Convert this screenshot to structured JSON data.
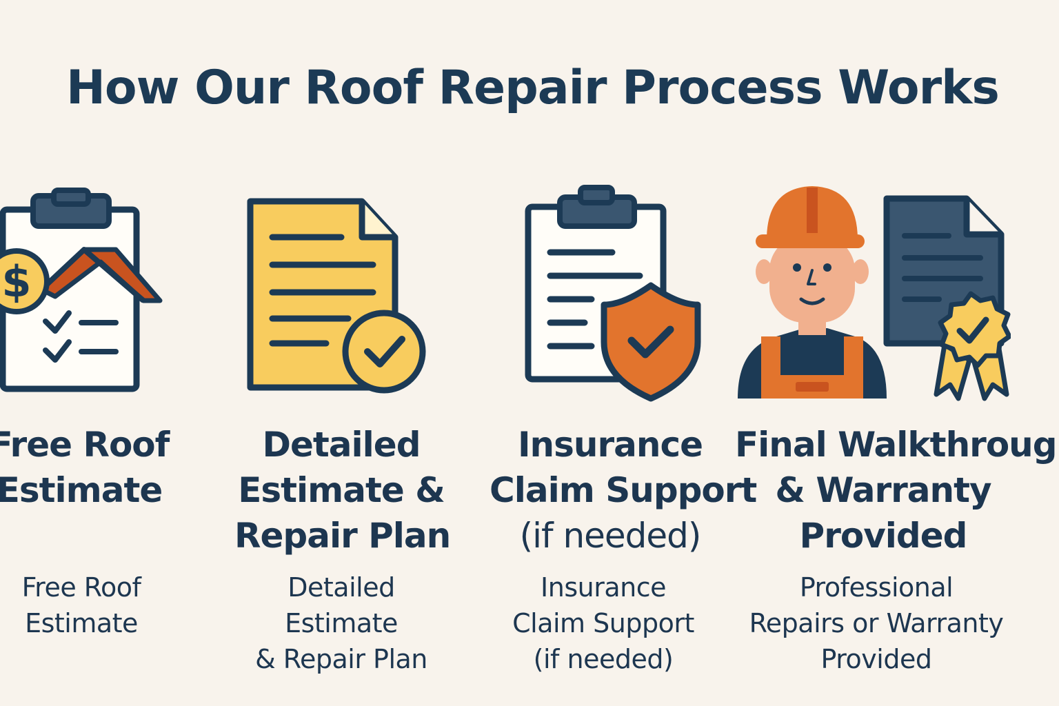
{
  "title": "How Our Roof Repair Process Works",
  "colors": {
    "background": "#f8f3ec",
    "navy": "#1c3a55",
    "orange": "#e2742d",
    "dark_orange": "#c9531f",
    "yellow": "#f8cc5e",
    "skin": "#f1b08e"
  },
  "steps": [
    {
      "icon": "clipboard-house-dollar-icon",
      "title_lines": [
        "Free Roof",
        "Estimate"
      ],
      "desc_lines": [
        "Free Roof",
        "Estimate"
      ]
    },
    {
      "icon": "document-checkmark-icon",
      "title_lines": [
        "Detailed",
        "Estimate &",
        "Repair Plan"
      ],
      "desc_lines": [
        "Detailed",
        "Estimate",
        "& Repair Plan"
      ]
    },
    {
      "icon": "clipboard-shield-icon",
      "title_lines": [
        "Insurance",
        "Claim Support"
      ],
      "title_sub": "(if needed)",
      "desc_lines": [
        "Insurance",
        "Claim Support",
        "(if needed)"
      ]
    },
    {
      "icon": "worker-certificate-icon",
      "title_lines": [
        "Final Walkthrough",
        "& Warranty",
        "Provided"
      ],
      "desc_lines": [
        "Professional",
        "Repairs or Warranty",
        "Provided"
      ]
    }
  ]
}
